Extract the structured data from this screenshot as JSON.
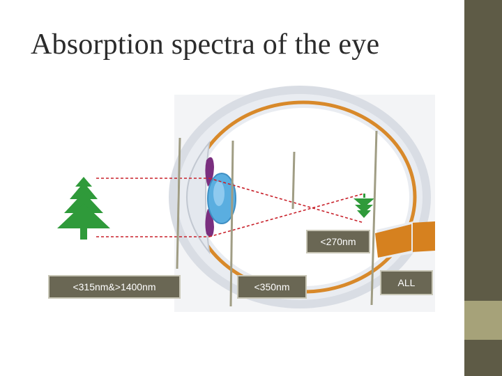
{
  "title": "Absorption spectra of the eye",
  "labels": {
    "cornea": "<315nm&>1400nm",
    "lens": "<350nm",
    "retina": "<270nm",
    "all": "ALL"
  },
  "colors": {
    "side_bar": "#5e5b46",
    "side_accent": "#a6a279",
    "label_box": "#6a6754",
    "tree": "#2f9a3a",
    "eye_wall": "#d8892a",
    "lens": "#5aaee0",
    "iris": "#7a2f7f",
    "ray": "#c8202a",
    "optic_nerve": "#d6811f",
    "marker_line": "#a09d84"
  },
  "icons": {
    "tree": "tree-icon",
    "small_tree": "inverted-tree-icon"
  }
}
